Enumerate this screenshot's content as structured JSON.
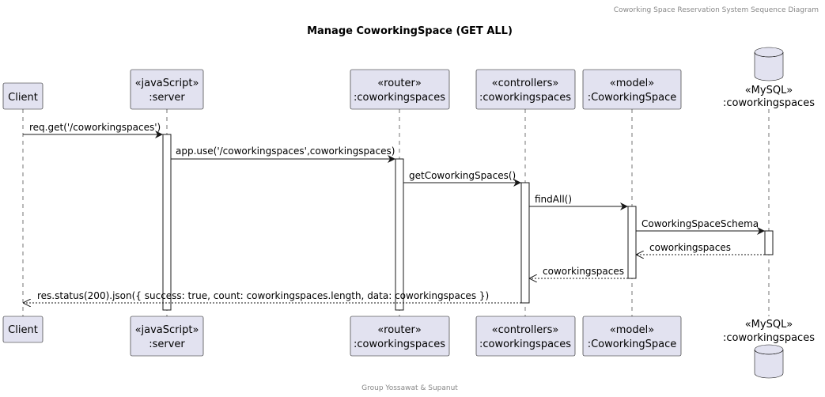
{
  "header": "Coworking Space Reservation System Sequence Diagram",
  "title": "Manage CoworkingSpace (GET ALL)",
  "footer": "Group Yossawat & Supanut",
  "participants": [
    {
      "id": "client",
      "line1": "Client",
      "line2": ""
    },
    {
      "id": "server",
      "line1": "«javaScript»",
      "line2": ":server"
    },
    {
      "id": "router",
      "line1": "«router»",
      "line2": ":coworkingspaces"
    },
    {
      "id": "controller",
      "line1": "«controllers»",
      "line2": ":coworkingspaces"
    },
    {
      "id": "model",
      "line1": "«model»",
      "line2": ":CoworkingSpace"
    },
    {
      "id": "db",
      "line1": "«MySQL»",
      "line2": ":coworkingspaces"
    }
  ],
  "messages": [
    {
      "label": "req.get('/coworkingspaces')",
      "from": "client",
      "to": "server",
      "kind": "call"
    },
    {
      "label": "app.use('/coworkingspaces',coworkingspaces)",
      "from": "server",
      "to": "router",
      "kind": "call"
    },
    {
      "label": "getCoworkingSpaces()",
      "from": "router",
      "to": "controller",
      "kind": "call"
    },
    {
      "label": "findAll()",
      "from": "controller",
      "to": "model",
      "kind": "call"
    },
    {
      "label": "CoworkingSpaceSchema",
      "from": "model",
      "to": "db",
      "kind": "call"
    },
    {
      "label": "coworkingspaces",
      "from": "db",
      "to": "model",
      "kind": "return"
    },
    {
      "label": "coworkingspaces",
      "from": "model",
      "to": "controller",
      "kind": "return"
    },
    {
      "label": "res.status(200).json({ success: true, count: coworkingspaces.length, data: coworkingspaces })",
      "from": "controller",
      "to": "client",
      "kind": "return"
    }
  ]
}
